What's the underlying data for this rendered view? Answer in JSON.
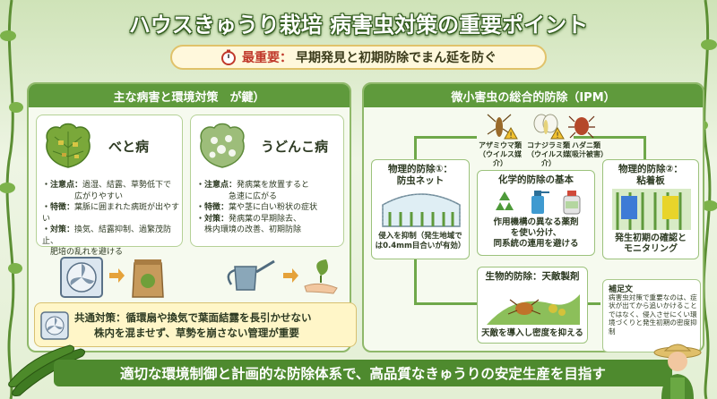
{
  "title": "ハウスきゅうり栽培 病害虫対策の重要ポイント",
  "subtitle": {
    "lead": "最重要：",
    "text": "早期発見と初期防除でまん延を防ぐ"
  },
  "left_panel": {
    "heading": "主な病害と環境対策　が鍵）",
    "downy": {
      "name": "べと病",
      "bullets": [
        {
          "k": "・注意点：",
          "v": "過湿、結露、草勢低下で"
        },
        {
          "k": "",
          "v": "　　　　広がりやすい"
        },
        {
          "k": "・特徴：",
          "v": "葉脈に囲まれた病斑が出やすい"
        },
        {
          "k": "・対策：",
          "v": "換気、結露抑制、過繁茂防止、"
        },
        {
          "k": "",
          "v": "　肥培の乱れを避ける"
        }
      ]
    },
    "powdery": {
      "name": "うどんこ病",
      "bullets": [
        {
          "k": "・注意点：",
          "v": "発病葉を放置すると"
        },
        {
          "k": "",
          "v": "　　　　急速に広がる"
        },
        {
          "k": "・特徴：",
          "v": "葉や茎に白い粉状の症状"
        },
        {
          "k": "・対策：",
          "v": "発病葉の早期除去、"
        },
        {
          "k": "",
          "v": "　株内環境の改善、初期防除"
        }
      ]
    },
    "common": {
      "line1": "共通対策：循環扇や換気で葉面結露を長引かせない",
      "line2": "株内を混ませず、草勢を崩さない管理が重要"
    }
  },
  "right_panel": {
    "heading": "微小害虫の総合的防除（IPM）",
    "pests": [
      {
        "name": "アザミウマ類",
        "note": "（ウイルス媒介）"
      },
      {
        "name": "コナジラミ類",
        "note": "（ウイルス媒介）"
      },
      {
        "name": "ハダニ類",
        "note": "（吸汁被害）"
      }
    ],
    "physical1": {
      "title": "物理的防除①：\n防虫ネット",
      "text": "侵入を抑制（発生地域で\nは0.4mm目合いが有効）"
    },
    "chemical": {
      "title": "化学的防除の基本",
      "text": "作用機構の異なる薬剤\nを使い分け、\n同系統の連用を避ける"
    },
    "physical2": {
      "title": "物理的防除②：\n粘着板",
      "text": "発生初期の確認と\nモニタリング"
    },
    "biological": {
      "title": "生物的防除：天敵製剤",
      "text": "天敵を導入し密度を抑える"
    },
    "note": {
      "title": "補足文",
      "body": "病害虫対策で重要なのは、症状が出てから追いかけることではなく、侵入させにくい環境づくりと発生初期の密度抑制"
    }
  },
  "footer": "適切な環境制御と計画的な防除体系で、高品質なきゅうりの安定生産を目指す",
  "colors": {
    "accent": "#5f9a3c",
    "warning": "#c0392b",
    "banner": "#4e8a2e"
  }
}
